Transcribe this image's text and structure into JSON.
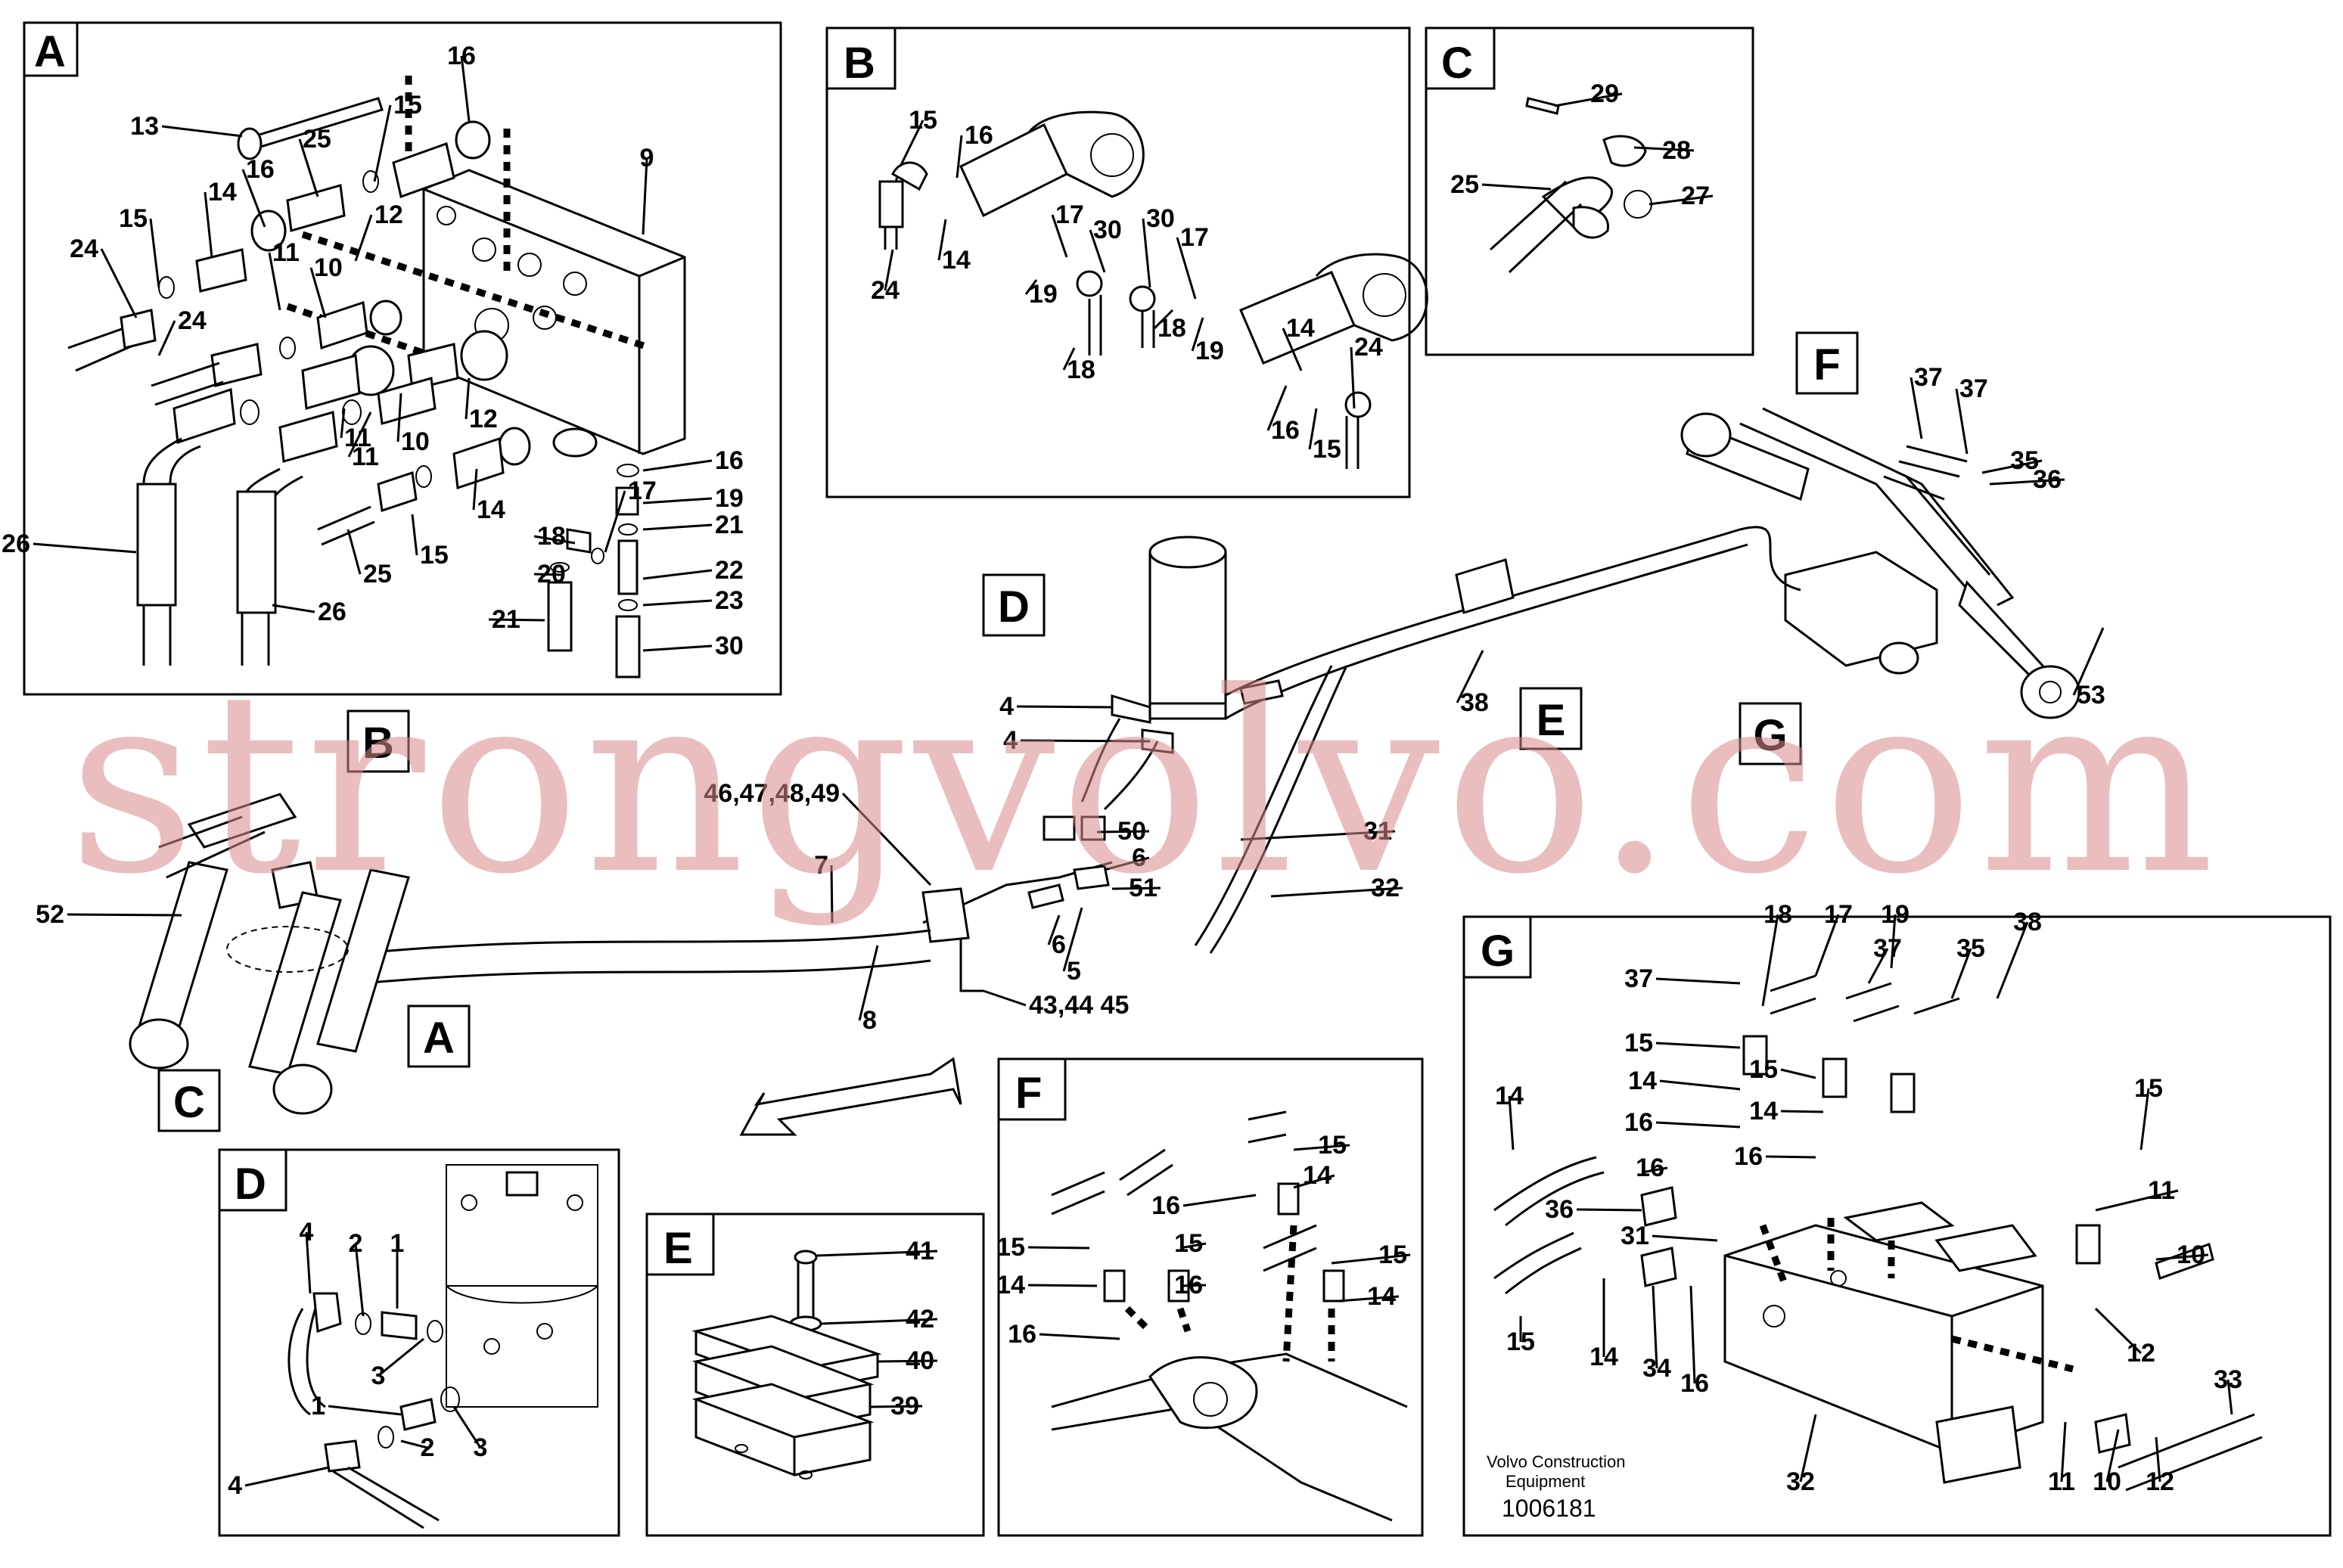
{
  "panels": {
    "A": {
      "tag": "A",
      "labels": [
        "13",
        "15",
        "16",
        "25",
        "9",
        "24",
        "15",
        "14",
        "16",
        "12",
        "24",
        "11",
        "10",
        "11",
        "26",
        "11",
        "10",
        "12",
        "26",
        "25",
        "15",
        "14",
        "16",
        "19",
        "17",
        "21",
        "18",
        "22",
        "20",
        "23",
        "21",
        "30",
        "30"
      ]
    },
    "B": {
      "tag": "B",
      "labels": [
        "15",
        "16",
        "24",
        "14",
        "17",
        "30",
        "19",
        "18",
        "30",
        "17",
        "18",
        "19",
        "14",
        "24",
        "16",
        "15"
      ]
    },
    "C": {
      "tag": "C",
      "labels": [
        "29",
        "28",
        "25",
        "27"
      ]
    },
    "D": {
      "tag": "D",
      "labels": [
        "4",
        "2",
        "1",
        "3",
        "1",
        "2",
        "3",
        "4"
      ]
    },
    "E": {
      "tag": "E",
      "labels": [
        "41",
        "42",
        "40",
        "39"
      ]
    },
    "F": {
      "tag": "F",
      "labels": [
        "15",
        "14",
        "16",
        "15",
        "14",
        "15",
        "16",
        "15",
        "14",
        "16"
      ]
    },
    "G": {
      "tag": "G",
      "labels": [
        "37",
        "37",
        "35",
        "15",
        "14",
        "16",
        "15",
        "14",
        "16",
        "15",
        "14",
        "16",
        "36",
        "31",
        "11",
        "10",
        "12",
        "15",
        "14",
        "34",
        "16",
        "32",
        "11",
        "10",
        "12",
        "33",
        "19",
        "17",
        "18",
        "38"
      ],
      "credit": [
        "Volvo Construction",
        "Equipment"
      ],
      "code": "1006181"
    }
  },
  "main": {
    "callouts": [
      "D",
      "E",
      "F",
      "G",
      "B",
      "A",
      "C"
    ],
    "labels": [
      "37",
      "37",
      "35",
      "36",
      "53",
      "38",
      "4",
      "4",
      "46,47,48,49",
      "50",
      "31",
      "7",
      "6",
      "51",
      "32",
      "52",
      "6",
      "5",
      "8",
      "43,44 45"
    ]
  },
  "watermark": "strongvolvo.com"
}
